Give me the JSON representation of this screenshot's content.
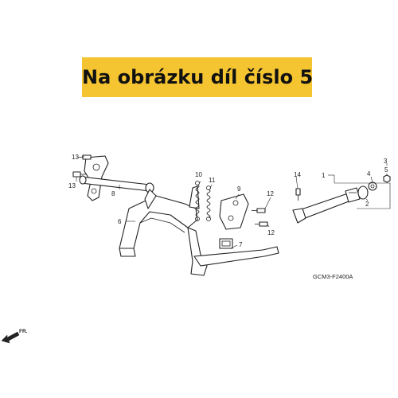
{
  "banner": {
    "text": "Na obrázku díl číslo 5",
    "color": "#f5c431"
  },
  "diagram": {
    "callouts": [
      "1",
      "2",
      "3",
      "4",
      "5",
      "6",
      "7",
      "8",
      "9",
      "10",
      "11",
      "12",
      "12",
      "13",
      "13",
      "14"
    ],
    "code": "GCM3-F2400A",
    "direction_label": "FR."
  }
}
